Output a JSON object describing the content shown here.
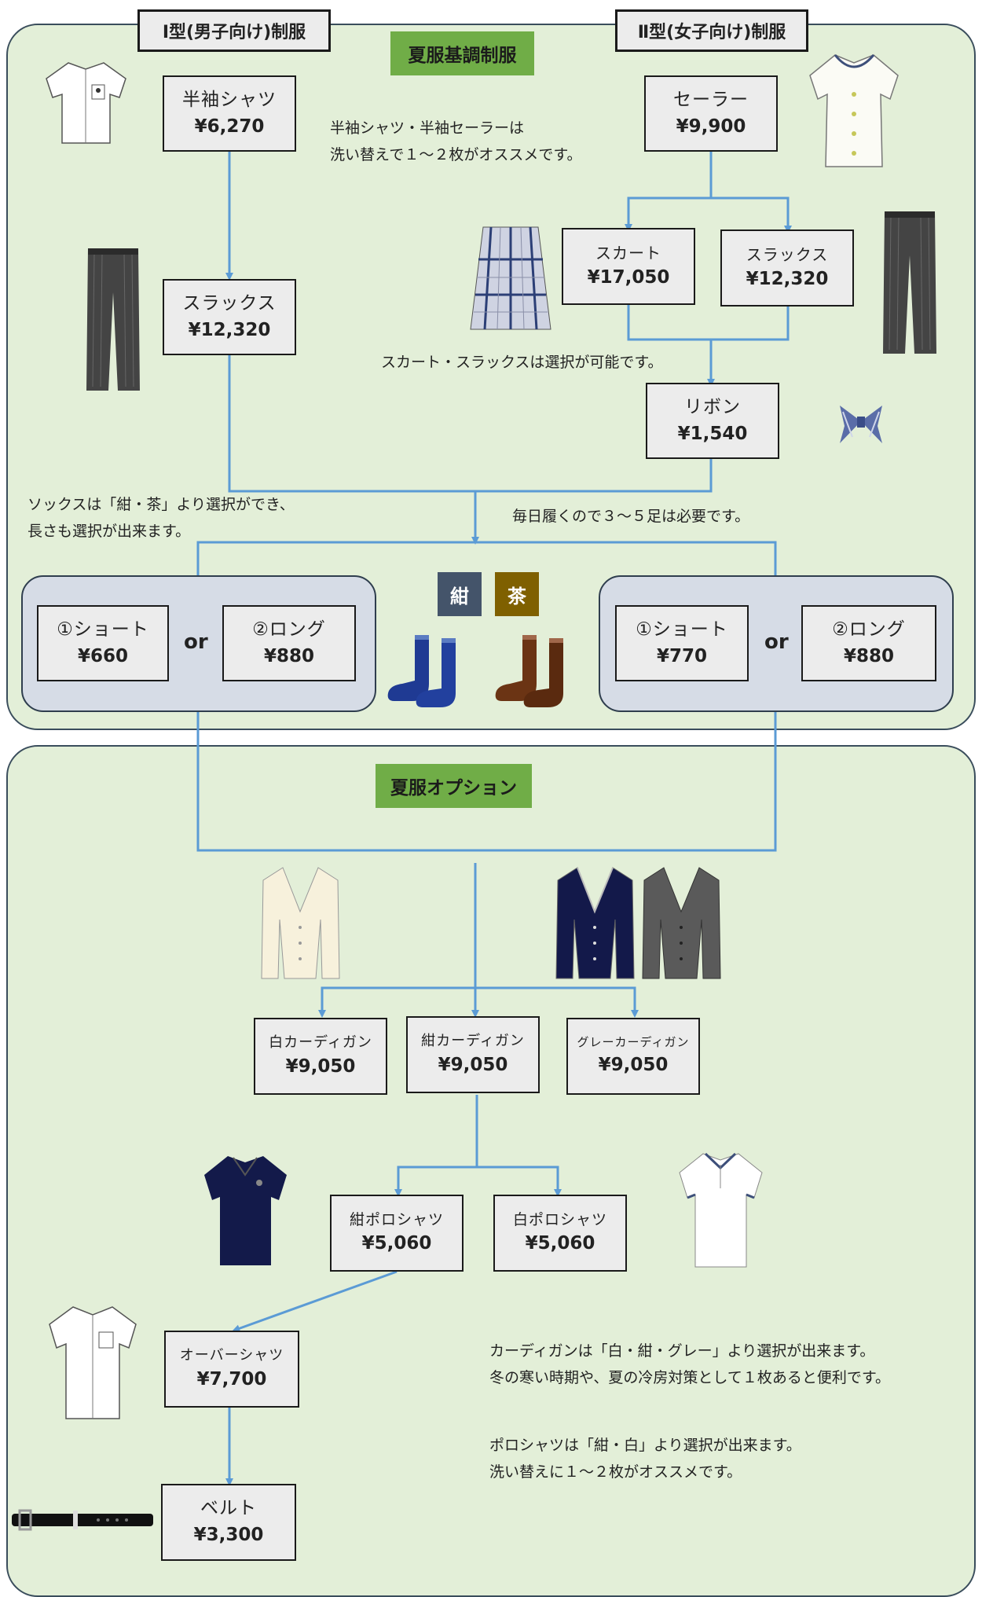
{
  "summer": {
    "tag": "夏服基調制服",
    "type1_header": "Ⅰ型(男子向け)制服",
    "type2_header": "Ⅱ型(女子向け)制服",
    "items": {
      "shirt": {
        "name": "半袖シャツ",
        "price": "¥6,270"
      },
      "slacks_m": {
        "name": "スラックス",
        "price": "¥12,320"
      },
      "sailor": {
        "name": "セーラー",
        "price": "¥9,900"
      },
      "skirt": {
        "name": "スカート",
        "price": "¥17,050"
      },
      "slacks_f": {
        "name": "スラックス",
        "price": "¥12,320"
      },
      "ribbon": {
        "name": "リボン",
        "price": "¥1,540"
      }
    },
    "notes": {
      "shirt_note_1": "半袖シャツ・半袖セーラーは",
      "shirt_note_2": "洗い替えで１～２枚がオススメです。",
      "skirt_note": "スカート・スラックスは選択が可能です。",
      "socks_note_1": "ソックスは「紺・茶」より選択ができ、",
      "socks_note_2": "長さも選択が出来ます。",
      "socks_note_3": "毎日履くので３～５足は必要です。"
    },
    "socks": {
      "m_short": {
        "name": "①ショート",
        "price": "¥660"
      },
      "m_long": {
        "name": "②ロング",
        "price": "¥880"
      },
      "f_short": {
        "name": "①ショート",
        "price": "¥770"
      },
      "f_long": {
        "name": "②ロング",
        "price": "¥880"
      },
      "or": "or",
      "navy": "紺",
      "brown": "茶"
    }
  },
  "options": {
    "tag": "夏服オプション",
    "items": {
      "white_cardigan": {
        "name": "白カーディガン",
        "price": "¥9,050"
      },
      "navy_cardigan": {
        "name": "紺カーディガン",
        "price": "¥9,050"
      },
      "gray_cardigan": {
        "name": "グレーカーディガン",
        "price": "¥9,050"
      },
      "navy_polo": {
        "name": "紺ポロシャツ",
        "price": "¥5,060"
      },
      "white_polo": {
        "name": "白ポロシャツ",
        "price": "¥5,060"
      },
      "overshirt": {
        "name": "オーバーシャツ",
        "price": "¥7,700"
      },
      "belt": {
        "name": "ベルト",
        "price": "¥3,300"
      }
    },
    "notes": {
      "cardigan_1": "カーディガンは「白・紺・グレー」より選択が出来ます。",
      "cardigan_2": "冬の寒い時期や、夏の冷房対策として１枚あると便利です。",
      "polo_1": "ポロシャツは「紺・白」より選択が出来ます。",
      "polo_2": "洗い替えに１～２枚がオススメです。"
    }
  },
  "colors": {
    "line": "#5b9bd5",
    "panel": "#e3efd8",
    "tag": "#70ad47",
    "navy": "#44546a",
    "brown": "#7f6000"
  }
}
